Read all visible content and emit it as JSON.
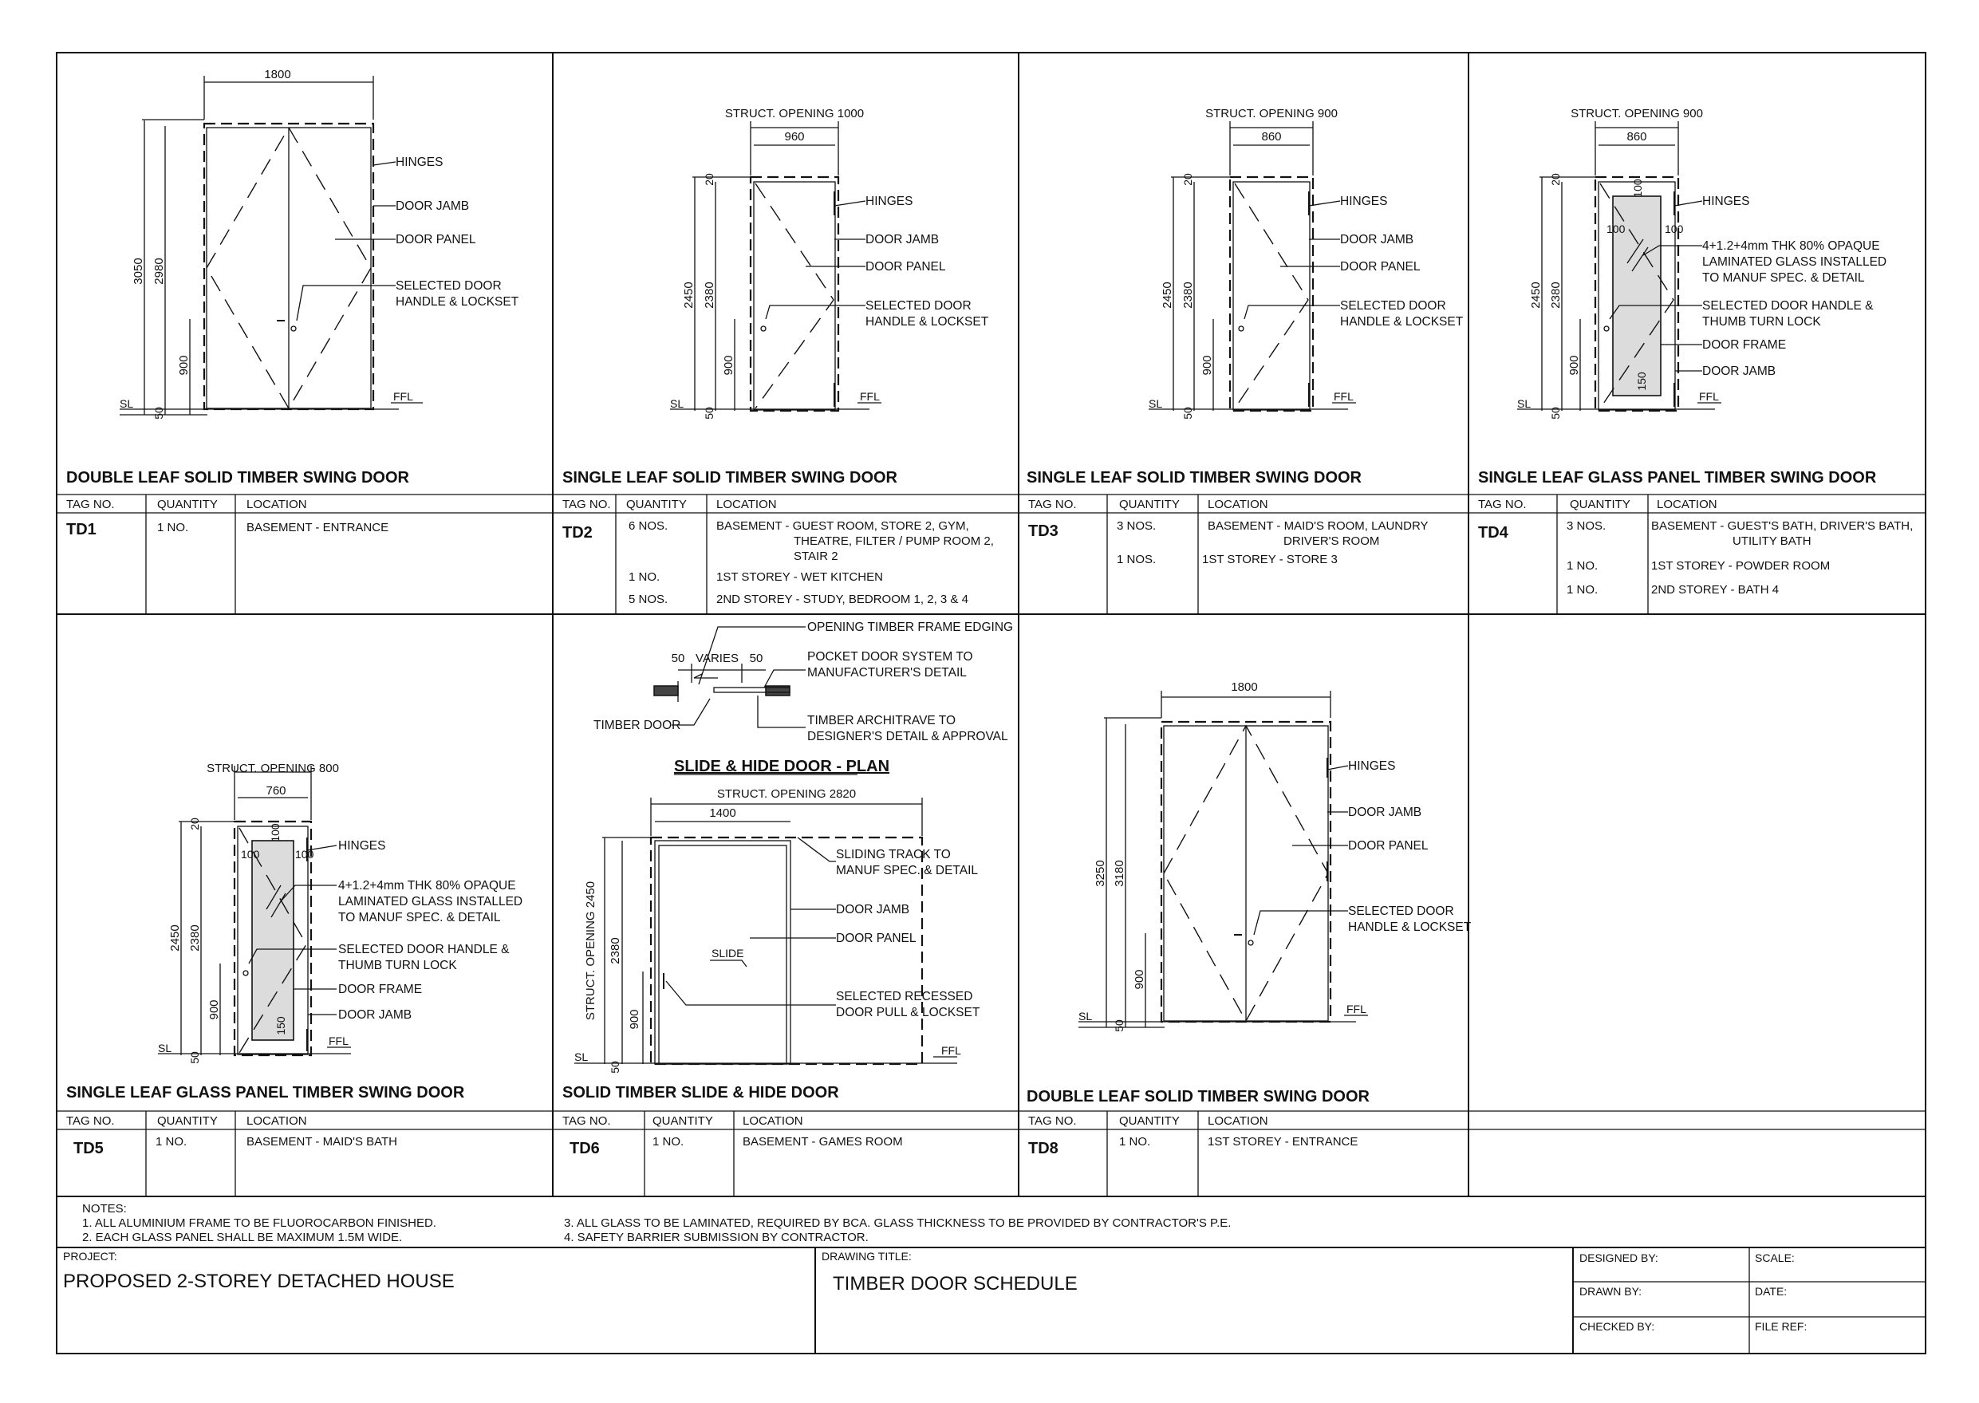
{
  "sheet": {
    "annotations": {
      "hinges": "HINGES",
      "door_jamb": "DOOR JAMB",
      "door_panel": "DOOR PANEL",
      "handle_1": "SELECTED DOOR",
      "handle_2": "HANDLE & LOCKSET",
      "glass_1": "4+1.2+4mm THK 80% OPAQUE",
      "glass_2": "LAMINATED GLASS INSTALLED",
      "glass_3": "TO MANUF SPEC. & DETAIL",
      "thumb_1": "SELECTED DOOR HANDLE &",
      "thumb_2": "THUMB TURN LOCK",
      "door_frame": "DOOR FRAME",
      "ffl": "FFL",
      "sl": "SL"
    },
    "doors": {
      "td1": {
        "title": "DOUBLE LEAF SOLID TIMBER SWING DOOR",
        "width": "1800",
        "h1": "3050",
        "h2": "2980",
        "hh": "900",
        "b": "50"
      },
      "td2": {
        "title": "SINGLE LEAF SOLID TIMBER SWING DOOR",
        "opening": "STRUCT. OPENING 1000",
        "width": "960",
        "h1": "2450",
        "h2": "2380",
        "hh": "900",
        "top": "20",
        "b": "50"
      },
      "td3": {
        "title": "SINGLE LEAF SOLID TIMBER SWING DOOR",
        "opening": "STRUCT. OPENING 900",
        "width": "860",
        "h1": "2450",
        "h2": "2380",
        "hh": "900",
        "top": "20",
        "b": "50"
      },
      "td4": {
        "title": "SINGLE LEAF GLASS PANEL TIMBER SWING DOOR",
        "opening": "STRUCT. OPENING 900",
        "width": "860",
        "h1": "2450",
        "h2": "2380",
        "hh": "900",
        "top": "20",
        "b": "50",
        "g1": "100",
        "g2": "100",
        "g3": "100",
        "g4": "150"
      },
      "td5": {
        "title": "SINGLE LEAF GLASS PANEL TIMBER SWING DOOR",
        "opening": "STRUCT. OPENING 800",
        "width": "760",
        "h1": "2450",
        "h2": "2380",
        "hh": "900",
        "top": "20",
        "b": "50",
        "g1": "100",
        "g2": "100",
        "g3": "100",
        "g4": "150"
      },
      "td6": {
        "title": "SOLID TIMBER SLIDE & HIDE DOOR",
        "plan_title": "SLIDE & HIDE DOOR - PLAN",
        "p50a": "50",
        "pvaries": "VARIES",
        "p50b": "50",
        "opening_edge": "OPENING TIMBER FRAME EDGING",
        "pocket_1": "POCKET DOOR SYSTEM TO",
        "pocket_2": "MANUFACTURER'S DETAIL",
        "timber_door": "TIMBER DOOR",
        "archi_1": "TIMBER ARCHITRAVE TO",
        "archi_2": "DESIGNER'S DETAIL & APPROVAL",
        "opening": "STRUCT. OPENING 2820",
        "width": "1400",
        "v_opening": "STRUCT. OPENING 2450",
        "h2": "2380",
        "hh": "900",
        "b": "50",
        "track_1": "SLIDING TRACK TO",
        "track_2": "MANUF SPEC. & DETAIL",
        "slide": "SLIDE",
        "pull_1": "SELECTED RECESSED",
        "pull_2": "DOOR PULL & LOCKSET"
      },
      "td8": {
        "title": "DOUBLE LEAF SOLID TIMBER SWING DOOR",
        "width": "1800",
        "h1": "3250",
        "h2": "3180",
        "hh": "900",
        "b": "50"
      }
    },
    "table_headers": {
      "tag": "TAG NO.",
      "qty": "QUANTITY",
      "loc": "LOCATION"
    },
    "schedule": {
      "td1": {
        "tag": "TD1",
        "rows": [
          {
            "q": "1 NO.",
            "l": "BASEMENT -  ENTRANCE"
          }
        ]
      },
      "td2": {
        "tag": "TD2",
        "q1": "6 NOS.",
        "l1a": "BASEMENT -   GUEST ROOM, STORE 2, GYM,",
        "l1b": "THEATRE, FILTER / PUMP ROOM 2,",
        "l1c": "STAIR 2",
        "q2": "1 NO.",
        "l2": "1ST STOREY - WET KITCHEN",
        "q3": "5 NOS.",
        "l3": "2ND STOREY - STUDY, BEDROOM 1, 2, 3 & 4"
      },
      "td3": {
        "tag": "TD3",
        "q1": "3 NOS.",
        "l1a": "BASEMENT -   MAID'S ROOM, LAUNDRY",
        "l1b": "DRIVER'S ROOM",
        "q2": "1 NOS.",
        "l2": "1ST STOREY -  STORE 3"
      },
      "td4": {
        "tag": "TD4",
        "q1": "3 NOS.",
        "l1a": "BASEMENT -    GUEST'S BATH, DRIVER'S BATH,",
        "l1b": "UTILITY BATH",
        "q2": "1 NO.",
        "l2": "1ST STOREY -  POWDER ROOM",
        "q3": "1 NO.",
        "l3": "2ND STOREY - BATH 4"
      },
      "td5": {
        "tag": "TD5",
        "q1": "1 NO.",
        "l1": "BASEMENT -    MAID'S BATH"
      },
      "td6": {
        "tag": "TD6",
        "q1": "1 NO.",
        "l1": "BASEMENT - GAMES ROOM"
      },
      "td8": {
        "tag": "TD8",
        "q1": "1 NO.",
        "l1": "1ST STOREY -  ENTRANCE"
      }
    },
    "notes": {
      "heading": "NOTES:",
      "n1": "1. ALL ALUMINIUM FRAME TO BE  FLUOROCARBON FINISHED.",
      "n2": "2. EACH GLASS PANEL SHALL BE MAXIMUM 1.5M WIDE.",
      "n3": "3. ALL GLASS TO BE LAMINATED, REQUIRED BY BCA. GLASS THICKNESS TO BE PROVIDED BY CONTRACTOR'S P.E.",
      "n4": "4. SAFETY BARRIER SUBMISSION BY CONTRACTOR."
    },
    "title_block": {
      "project_label": "PROJECT:",
      "project": "PROPOSED 2-STOREY DETACHED HOUSE",
      "drawing_label": "DRAWING TITLE:",
      "drawing": "TIMBER DOOR SCHEDULE",
      "designed": "DESIGNED BY:",
      "scale": "SCALE:",
      "drawn": "DRAWN BY:",
      "date": "DATE:",
      "checked": "CHECKED BY:",
      "file": "FILE REF:"
    }
  }
}
